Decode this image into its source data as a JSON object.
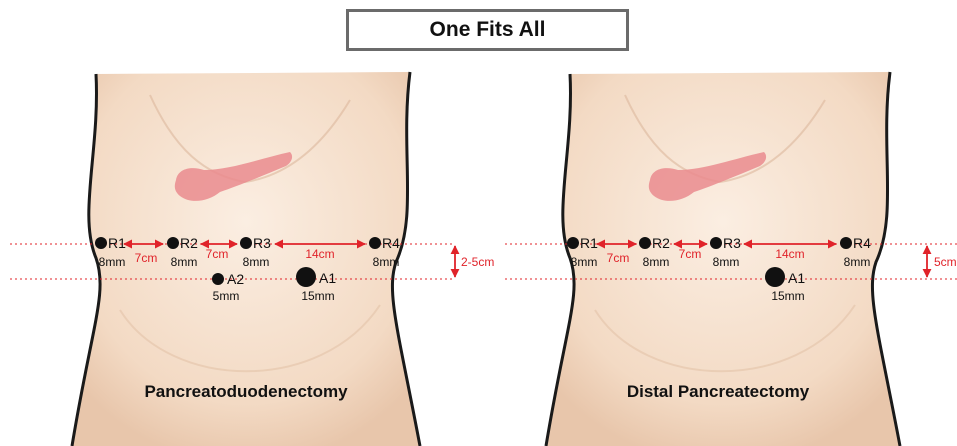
{
  "title": "One Fits All",
  "colors": {
    "accent": "#e0232a",
    "skin": "#f6dfc9",
    "organ": "#ea8b8e",
    "port": "#111111"
  },
  "panels": [
    {
      "name": "Pancreatoduodenectomy",
      "ports": [
        {
          "id": "R1",
          "size": "8mm"
        },
        {
          "id": "R2",
          "size": "8mm"
        },
        {
          "id": "R3",
          "size": "8mm"
        },
        {
          "id": "R4",
          "size": "8mm"
        },
        {
          "id": "A2",
          "size": "5mm"
        },
        {
          "id": "A1",
          "size": "15mm"
        }
      ],
      "distances": [
        "7cm",
        "7cm",
        "14cm"
      ],
      "vertical_offset": "2-5cm"
    },
    {
      "name": "Distal Pancreatectomy",
      "ports": [
        {
          "id": "R1",
          "size": "8mm"
        },
        {
          "id": "R2",
          "size": "8mm"
        },
        {
          "id": "R3",
          "size": "8mm"
        },
        {
          "id": "R4",
          "size": "8mm"
        },
        {
          "id": "A1",
          "size": "15mm"
        }
      ],
      "distances": [
        "7cm",
        "7cm",
        "14cm"
      ],
      "vertical_offset": "5cm"
    }
  ]
}
